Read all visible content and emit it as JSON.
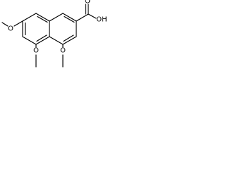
{
  "molecule": {
    "labels": {
      "methoxy_top_left": "O",
      "methoxy_bottom_left": "O",
      "methoxy_bottom_right": "O",
      "carbonyl_oxygen": "O",
      "hydroxyl": "OH"
    }
  }
}
